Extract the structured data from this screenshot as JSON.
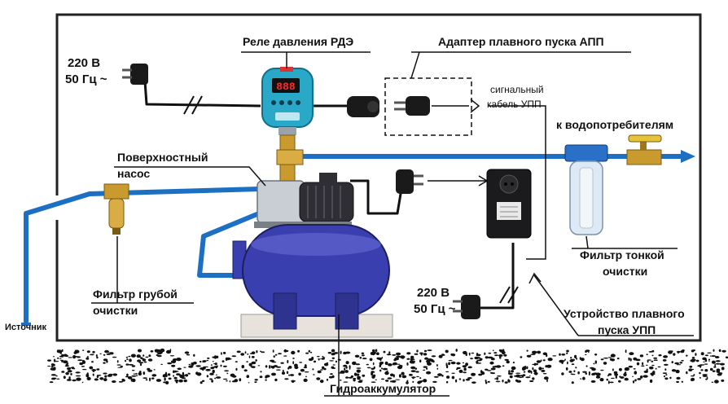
{
  "labels": {
    "relay": "Реле давления РДЭ",
    "adapter": "Адаптер плавного пуска АПП",
    "signal_line1": "сигнальный",
    "signal_line2": "кабель УПП",
    "power_top_line1": "220 В",
    "power_top_line2": "50 Гц ~",
    "consumers": "к водопотребителям",
    "pump_line1": "Поверхностный",
    "pump_line2": "насос",
    "coarse_filter_line1": "Фильтр грубой",
    "coarse_filter_line2": "очистки",
    "fine_filter_line1": "Фильтр тонкой",
    "fine_filter_line2": "очистки",
    "power_bottom_line1": "220 В",
    "power_bottom_line2": "50 Гц ~",
    "soft_start_line1": "Устройство плавного",
    "soft_start_line2": "пуска УПП",
    "source": "Источник",
    "accumulator": "Гидроаккумулятор",
    "relay_display": "888"
  },
  "colors": {
    "water_pipe": "#1d6fc4",
    "tank_blue": "#3a3fb0",
    "relay_teal": "#2aa8c8",
    "brass": "#c99a2e",
    "cable": "#111111",
    "ground": "#111111"
  }
}
